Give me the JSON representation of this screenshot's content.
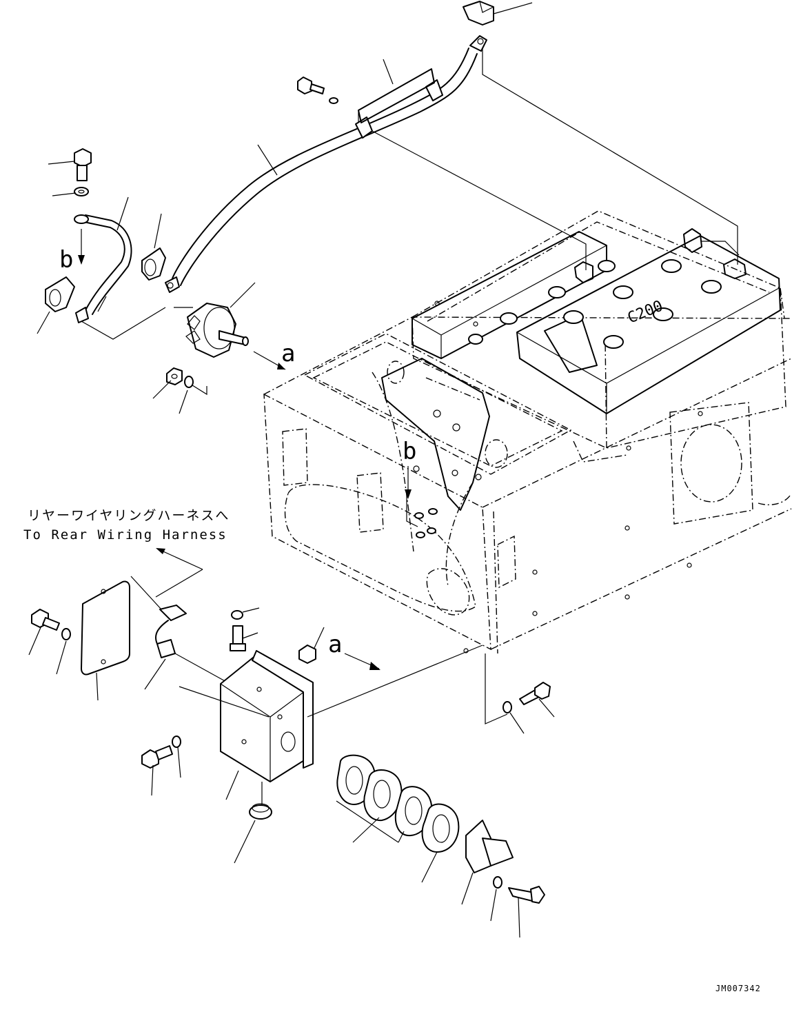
{
  "labels": {
    "view_a_top": "a",
    "view_a_bottom": "a",
    "view_b_top": "b",
    "view_b_middle": "b",
    "harness_note_jp": "リヤーワイヤリングハーネスへ",
    "harness_note_en": "To Rear Wiring Harness",
    "battery_marking": "C200",
    "drawing_number": "JM007342"
  }
}
